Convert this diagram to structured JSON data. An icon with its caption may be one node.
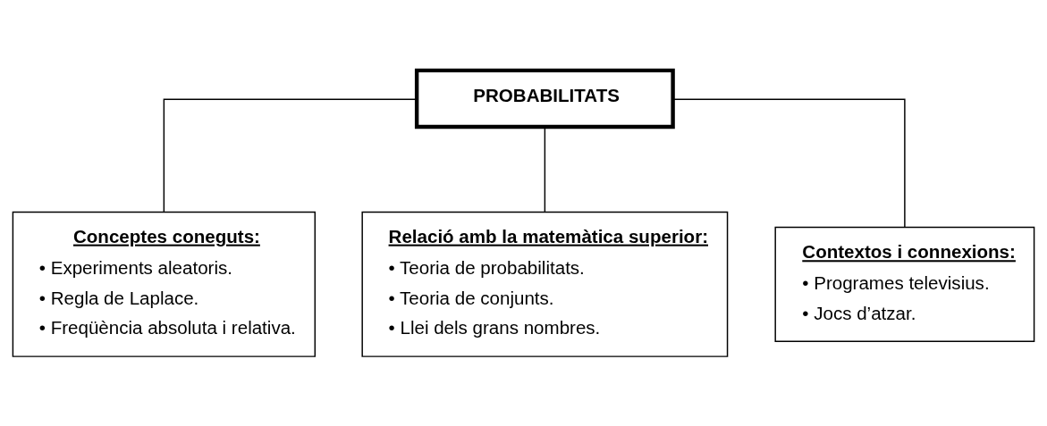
{
  "diagram": {
    "nodes": [
      {
        "text": [
          "PROBABILITATS"
        ]
      },
      {
        "text": [
          "Conceptes coneguts:",
          "• Experiments aleatoris.",
          "• Regla de Laplace.",
          "• Freqüència absoluta i relativa."
        ]
      },
      {
        "text": [
          "Relació amb la matemàtica superior:",
          "• Teoria de probabilitats.",
          "• Teoria de conjunts.",
          "• Llei dels grans nombres."
        ]
      },
      {
        "text": [
          "Contextos i connexions:",
          "• Programes televisius.",
          "• Jocs d’atzar."
        ]
      }
    ],
    "edges": [
      {
        "from": 0,
        "to": 1,
        "arrow": "none"
      },
      {
        "from": 0,
        "to": 2,
        "arrow": "none"
      },
      {
        "from": 0,
        "to": 3,
        "arrow": "none"
      }
    ]
  }
}
